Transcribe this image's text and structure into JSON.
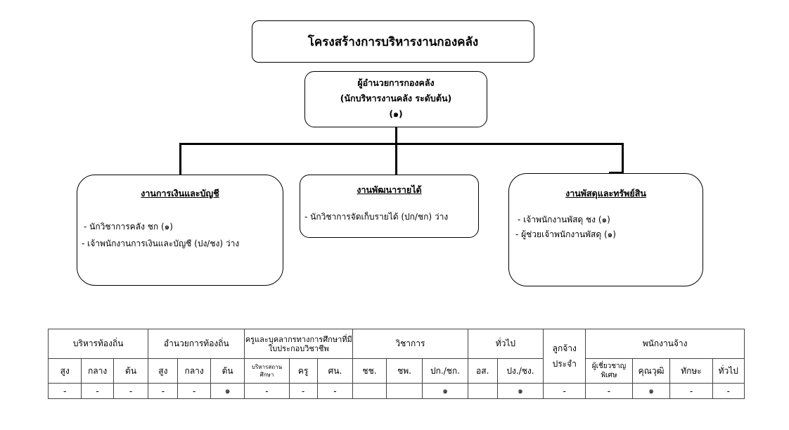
{
  "chart": {
    "title": "โครงสร้างการบริหารงานกองคลัง",
    "director": {
      "line1": "ผู้อำนวยการกองคลัง",
      "line2": "(นักบริหารงานคลัง ระดับต้น)",
      "line3": "(๑)"
    },
    "units": [
      {
        "title": "งานการเงินและบัญชี",
        "items": [
          "- นักวิชาการคลัง  ชก (๑)",
          "- เจ้าพนักงานการเงินและบัญชี (ปง/ชง)  ว่าง"
        ]
      },
      {
        "title": "งานพัฒนารายได้",
        "items": [
          "- นักวิชาการจัดเก็บรายได้ (ปก/ชก)  ว่าง"
        ]
      },
      {
        "title": "งานพัสดุและทรัพย์สิน",
        "items": [
          "-  เจ้าพนักงานพัสดุ ชง  (๑)",
          "-  ผู้ช่วยเจ้าพนักงานพัสดุ (๑)"
        ]
      }
    ]
  },
  "table": {
    "groups": [
      "บริหารท้องถิ่น",
      "อำนวยการท้องถิ่น",
      "ครูและบุคลากรทางการศึกษาที่มีใบประกอบวิชาชีพ",
      "วิชาการ",
      "ทั่วไป",
      "ลูกจ้าง",
      "พนักงานจ้าง"
    ],
    "ลูกจ้าง_sub": "ประจำ",
    "subheaders": [
      "สูง",
      "กลาง",
      "ต้น",
      "สูง",
      "กลาง",
      "ต้น",
      "บริหารสถานศึกษา",
      "ครู",
      "ศน.",
      "ชช.",
      "ชพ.",
      "ปก./ชก.",
      "อส.",
      "ปง./ชง.",
      "ผู้เชี่ยวชาญพิเศษ",
      "คุณวุฒิ",
      "ทักษะ",
      "ทั่วไป"
    ],
    "values": [
      "-",
      "-",
      "-",
      "-",
      "-",
      "๑",
      "-",
      "-",
      "-",
      "",
      "",
      "๑",
      "",
      "๑",
      "-",
      "-",
      "๑",
      "-",
      "-"
    ]
  }
}
